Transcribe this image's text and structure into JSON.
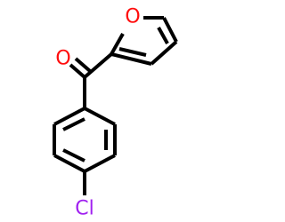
{
  "molecule": {
    "atoms": {
      "furan_oxygen": {
        "symbol": "O",
        "color": "#FF0D0D"
      },
      "carbonyl_oxygen": {
        "symbol": "O",
        "color": "#FF0D0D"
      },
      "chlorine": {
        "symbol": "Cl",
        "color": "#A020F0"
      }
    },
    "bond_color": "#000000"
  }
}
